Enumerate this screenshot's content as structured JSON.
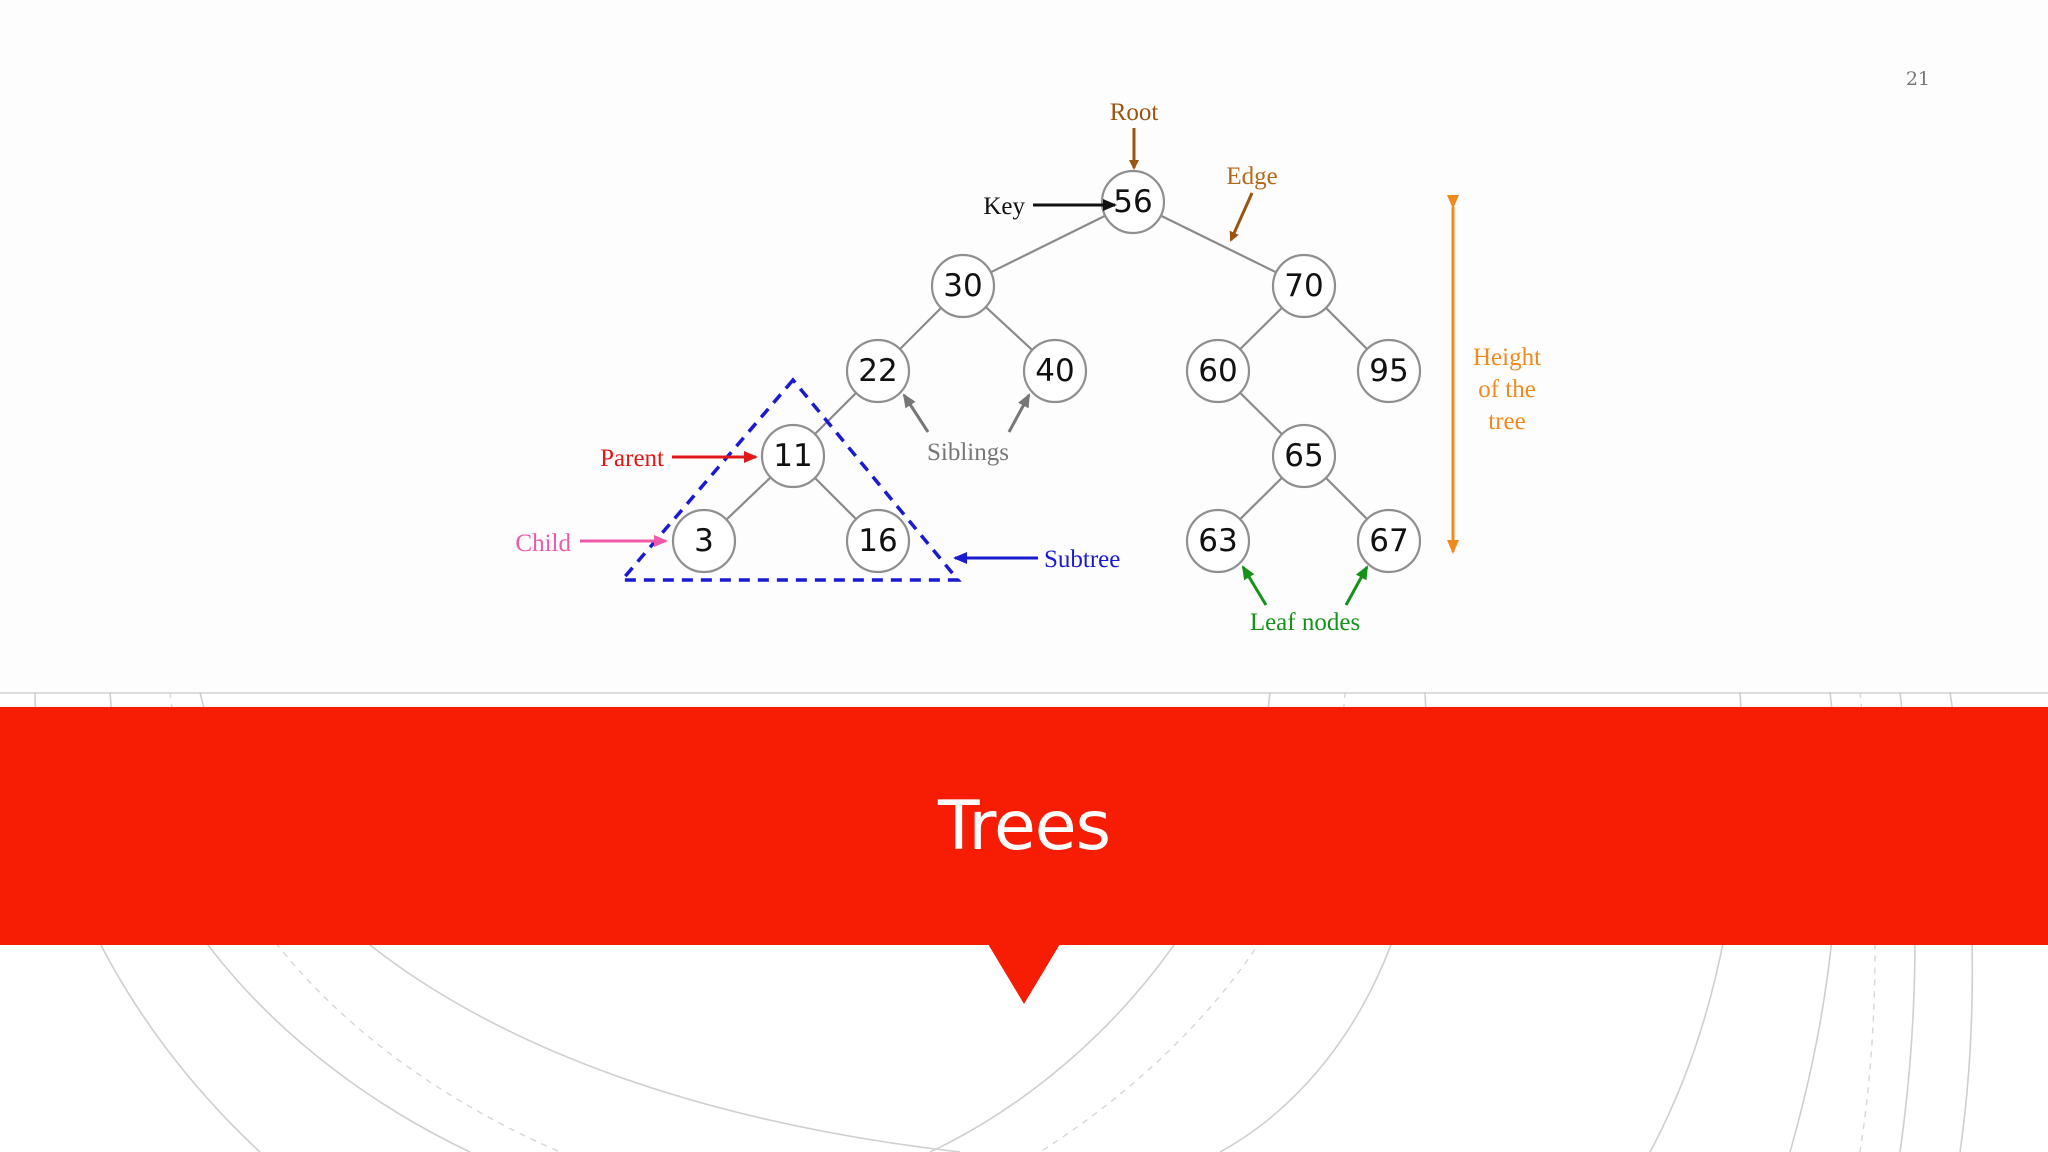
{
  "slide": {
    "title": "Trees",
    "page_number": "21"
  },
  "diagram": {
    "nodes": [
      "56",
      "30",
      "70",
      "22",
      "40",
      "60",
      "95",
      "11",
      "65",
      "3",
      "16",
      "63",
      "67"
    ],
    "labels": {
      "root": "Root",
      "key": "Key",
      "edge": "Edge",
      "siblings": "Siblings",
      "parent": "Parent",
      "child": "Child",
      "subtree": "Subtree",
      "leaf_nodes": "Leaf nodes",
      "height_line1": "Height",
      "height_line2": "of the",
      "height_line3": "tree"
    },
    "colors": {
      "root": "#9a5410",
      "edge": "#b4681a",
      "key": "#111111",
      "siblings": "#777777",
      "parent": "#e01818",
      "child": "#ee5aa8",
      "subtree": "#1a1ad0",
      "leaf_nodes": "#16921a",
      "height": "#f08a1c",
      "banner": "#f71c04"
    }
  }
}
